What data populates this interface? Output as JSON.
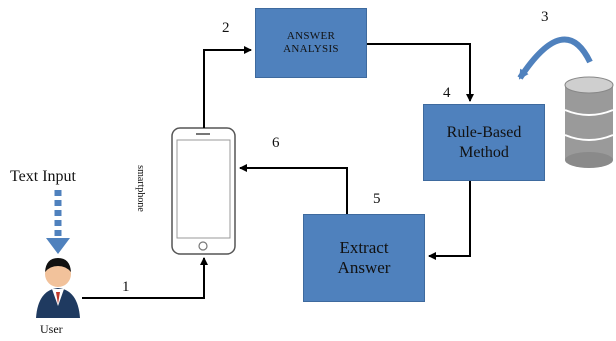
{
  "input_label": "Text Input",
  "user_label": "User",
  "device_label": "smartphone",
  "boxes": {
    "answer_analysis": "ANSWER ANALYSIS",
    "rule_based": "Rule-Based Method",
    "extract_answer": "Extract Answer"
  },
  "steps": [
    "1",
    "2",
    "3",
    "4",
    "5",
    "6"
  ],
  "colors": {
    "box": "#4f81bd",
    "database": "#9a9a9a",
    "cycle_arrow": "#4f81bd",
    "input_arrow": "#4f81bd",
    "line": "#000000"
  },
  "icons": [
    "user-icon",
    "smartphone-icon",
    "database-icon",
    "cycle-arrow-icon"
  ]
}
